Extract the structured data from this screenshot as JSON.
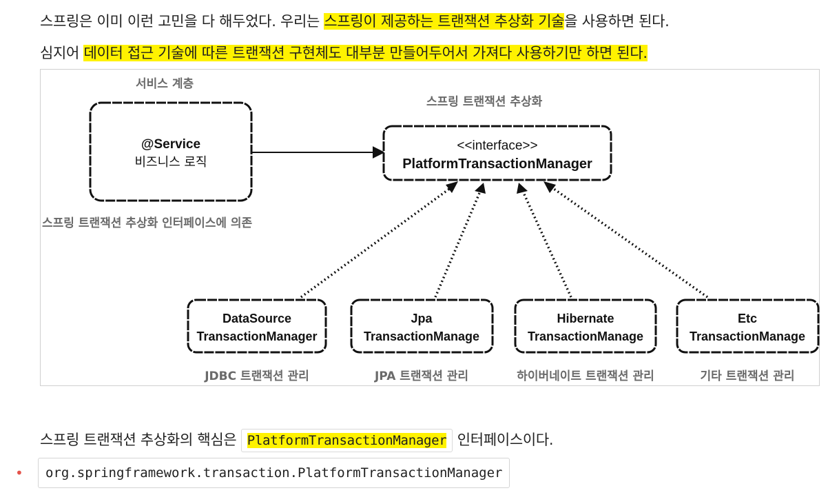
{
  "paragraph1": {
    "pre": "스프링은 이미 이런 고민을 다 해두었다. 우리는 ",
    "highlight": "스프링이 제공하는 트랜잭션 추상화 기술",
    "post": "을 사용하면 된다."
  },
  "paragraph2": {
    "pre": "심지어 ",
    "highlight": "데이터 접근 기술에 따른 트랜잭션 구현체도 대부분 만들어두어서 가져다 사용하기만 하면 된다."
  },
  "diagram": {
    "service_layer_label": "서비스 계층",
    "abstraction_label": "스프링 트랜잭션 추상화",
    "service_box": {
      "line1": "@Service",
      "line2": "비즈니스 로직"
    },
    "interface_box": {
      "line1": "<<interface>>",
      "line2": "PlatformTransactionManager"
    },
    "dependency_label": "스프링 트랜잭션 추상화 인터페이스에 의존",
    "impls": [
      {
        "line1": "DataSource",
        "line2": "TransactionManager",
        "caption": "JDBC 트랜잭션 관리"
      },
      {
        "line1": "Jpa",
        "line2": "TransactionManage",
        "caption": "JPA 트랜잭션 관리"
      },
      {
        "line1": "Hibernate",
        "line2": "TransactionManage",
        "caption": "하이버네이트 트랜잭션 관리"
      },
      {
        "line1": "Etc",
        "line2": "TransactionManage",
        "caption": "기타 트랜잭션 관리"
      }
    ]
  },
  "paragraph3": {
    "pre": "스프링 트랜잭션 추상화의 핵심은 ",
    "code": "PlatformTransactionManager",
    "post": " 인터페이스이다."
  },
  "list": {
    "item1_code": "org.springframework.transaction.PlatformTransactionManager"
  },
  "colors": {
    "highlight": "#fff200",
    "bullet": "#e5534b",
    "label_gray": "#6a6a6a"
  }
}
